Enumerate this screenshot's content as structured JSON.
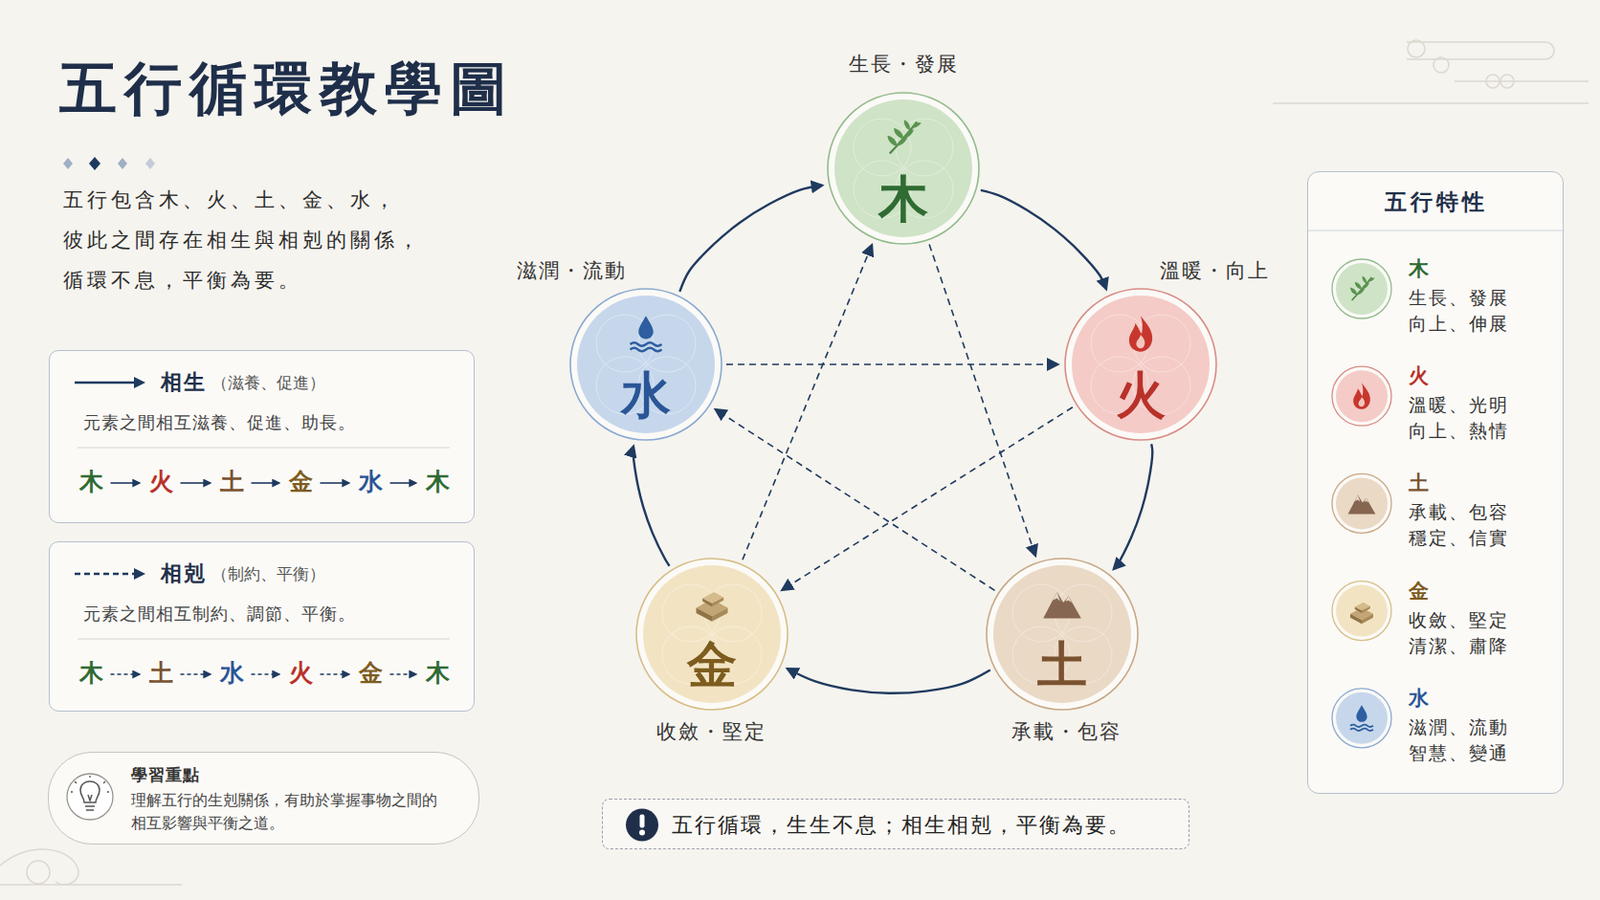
{
  "diagram": {
    "title": "五行循環教學圖",
    "nodes": [
      {
        "text": [
          "（滋養、促進）",
          "元素之間相互滋養、促進、助長。",
          "木",
          "火",
          "土",
          "金",
          "水",
          "木"
        ]
      },
      {
        "text": [
          "（制約、平衡）",
          "元素之間相互制約、調節、平衡。",
          "木",
          "土",
          "水",
          "火",
          "金",
          "木"
        ]
      },
      {
        "text": [
          "學習重點",
          "理解五行的生剋關係，有助於掌握事物之間的 相互影響與平衡之道。"
        ]
      },
      {
        "text": [
          "木",
          "生長・發展"
        ]
      },
      {
        "text": [
          "火",
          "溫暖・向上"
        ]
      },
      {
        "text": [
          "土",
          "承載・包容"
        ]
      },
      {
        "text": [
          "金",
          "收斂・堅定"
        ]
      },
      {
        "text": [
          "水",
          "滋潤・流動"
        ]
      },
      {
        "text": [
          "五行循環，生生不息；相生相剋，平衡為要。"
        ]
      },
      {
        "text": [
          "五行特性",
          "木",
          "生長、發展 向上、伸展",
          "火",
          "溫暖、光明 向上、熱情",
          "土",
          "承載、包容 穩定、信實",
          "金",
          "收斂、堅定 清潔、肅降",
          "水",
          "滋潤、流動 智慧、變通"
        ]
      }
    ],
    "edges": [
      {
        "from": 3,
        "to": 4,
        "arrow": "to"
      },
      {
        "from": 4,
        "to": 5,
        "arrow": "to"
      },
      {
        "from": 5,
        "to": 6,
        "arrow": "to"
      },
      {
        "from": 6,
        "to": 7,
        "arrow": "to"
      },
      {
        "from": 7,
        "to": 3,
        "arrow": "to"
      },
      {
        "from": 3,
        "to": 5,
        "arrow": "to"
      },
      {
        "from": 5,
        "to": 7,
        "arrow": "to"
      },
      {
        "from": 7,
        "to": 4,
        "arrow": "to"
      },
      {
        "from": 4,
        "to": 6,
        "arrow": "to"
      },
      {
        "from": 6,
        "to": 3,
        "arrow": "to"
      }
    ],
    "labels": [
      "五行包含木、火、土、金、水， 彼此之間存在相生與相剋的關係， 循環不息，平衡為要。"
    ],
    "legend": [
      {
        "text": "相生"
      },
      {
        "text": "相剋"
      }
    ]
  }
}
